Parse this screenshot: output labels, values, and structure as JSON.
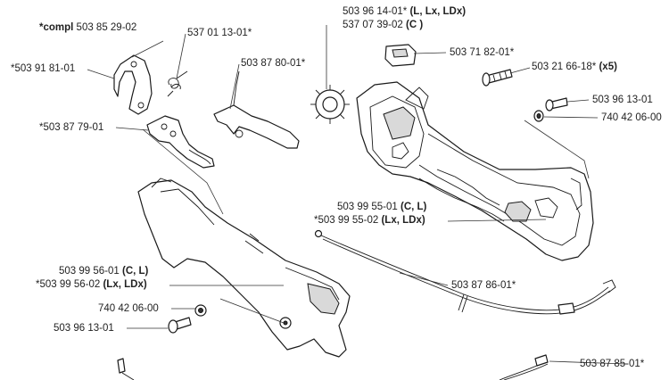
{
  "labels": {
    "compl": {
      "prefix": "*compl",
      "number": "503 85 29-02"
    },
    "p537011301": "537 01 13-01*",
    "p503918101": "*503 91 81-01",
    "p503878001": "503 87 80-01*",
    "p503878701": "*503 87 79-01",
    "p503961401": {
      "number": "503 96 14-01*",
      "suffix": "(L, Lx, LDx)"
    },
    "p537073902": {
      "number": "537 07 39-02",
      "suffix": "(C )"
    },
    "p503718201": "503 71 82-01*",
    "p503216618": {
      "number": "503 21 66-18*",
      "suffix": "(x5)"
    },
    "p503961301a": "503 96 13-01",
    "p740420600a": "740 42 06-00",
    "p503995501": {
      "number": "503 99 55-01",
      "suffix": "(C, L)"
    },
    "p503995502": {
      "number": "*503 99 55-02",
      "suffix": "(Lx, LDx)"
    },
    "p503995601": {
      "number": "503 99 56-01",
      "suffix": "(C, L)"
    },
    "p503995602": {
      "number": "*503 99 56-02",
      "suffix": "(Lx, LDx)"
    },
    "p503878601": "503 87 86-01*",
    "p740420600b": "740 42 06-00",
    "p503961301b": "503 96 13-01",
    "p503878501": "503 87 85-01*"
  }
}
